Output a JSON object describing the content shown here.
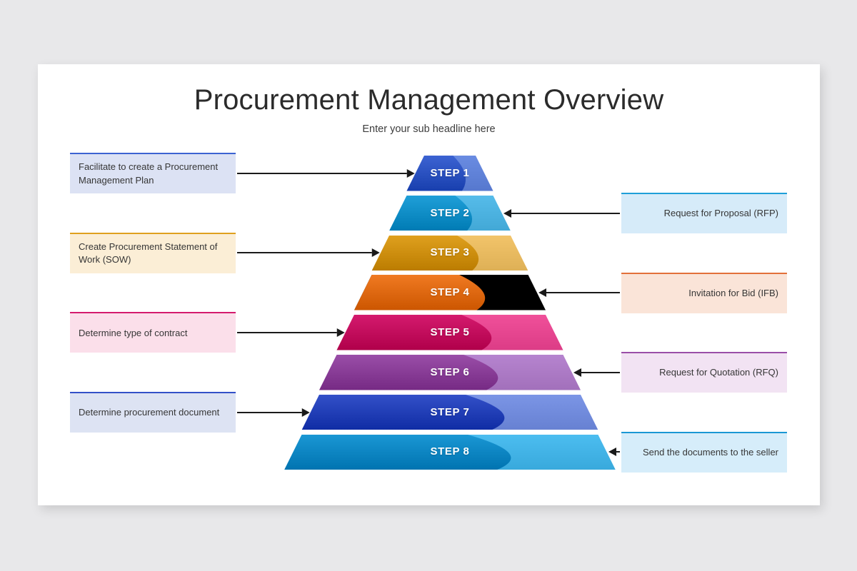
{
  "slide": {
    "title": "Procurement Management Overview",
    "subtitle": "Enter your sub headline here",
    "background_color": "#e8e8ea",
    "card_color": "#ffffff"
  },
  "pyramid": {
    "orientation": "apex-top",
    "band_count": 8,
    "bands": [
      {
        "label": "STEP 1",
        "color_dark": "#3c63d2",
        "color_light": "#6a8ce2"
      },
      {
        "label": "STEP 2",
        "color_dark": "#1f9fd8",
        "color_light": "#56bcea"
      },
      {
        "label": "STEP 3",
        "color_dark": "#dfa01e",
        "color_light": "#f2c46a"
      },
      {
        "label": "STEP 4",
        "color_dark": "#f07a22",
        "color_light": "#f5a濃"
      },
      {
        "label": "STEP 5",
        "color_dark": "#d41a6e",
        "color_light": "#f0509a"
      },
      {
        "label": "STEP 6",
        "color_dark": "#9a4ea8",
        "color_light": "#b684cf"
      },
      {
        "label": "STEP 7",
        "color_dark": "#3350c8",
        "color_light": "#7b95e6"
      },
      {
        "label": "STEP 8",
        "color_dark": "#1a97d4",
        "color_light": "#4cbdf0"
      }
    ]
  },
  "left_callouts": [
    {
      "text": "Facilitate to create a Procurement Management Plan",
      "border_color": "#3c63d2",
      "fill_color": "#dce2f4",
      "target_step": "STEP 1"
    },
    {
      "text": "Create Procurement Statement of Work (SOW)",
      "border_color": "#dfa01e",
      "fill_color": "#fbeed6",
      "target_step": "STEP 3"
    },
    {
      "text": "Determine type of contract",
      "border_color": "#d41a6e",
      "fill_color": "#fbdfea",
      "target_step": "STEP 5"
    },
    {
      "text": "Determine procurement document",
      "border_color": "#3350c8",
      "fill_color": "#dde3f3",
      "target_step": "STEP 7"
    }
  ],
  "right_callouts": [
    {
      "text": "Request for Proposal (RFP)",
      "border_color": "#1f9fd8",
      "fill_color": "#d6ebf9",
      "target_step": "STEP 2"
    },
    {
      "text": "Invitation for Bid (IFB)",
      "border_color": "#e2703a",
      "fill_color": "#fae4d8",
      "target_step": "STEP 4"
    },
    {
      "text": "Request for Quotation (RFQ)",
      "border_color": "#9a4ea8",
      "fill_color": "#f2e3f3",
      "target_step": "STEP 6"
    },
    {
      "text": "Send the documents to the seller",
      "border_color": "#1a97d4",
      "fill_color": "#d6edfa",
      "target_step": "STEP 8"
    }
  ],
  "connectors": {
    "arrow_color": "#1a1a1a",
    "left_direction": "points-right",
    "right_direction": "points-left"
  },
  "chart_data": {
    "type": "pyramid",
    "title": "Procurement Management Overview",
    "subtitle": "Enter your sub headline here",
    "categories": [
      "STEP 1",
      "STEP 2",
      "STEP 3",
      "STEP 4",
      "STEP 5",
      "STEP 6",
      "STEP 7",
      "STEP 8"
    ],
    "annotations": [
      "Facilitate to create a Procurement Management Plan",
      "Request for Proposal (RFP)",
      "Create Procurement Statement of Work (SOW)",
      "Invitation for Bid (IFB)",
      "Determine type of contract",
      "Request for Quotation (RFQ)",
      "Determine procurement document",
      "Send the documents to the seller"
    ],
    "legend": "none",
    "grid": false
  }
}
